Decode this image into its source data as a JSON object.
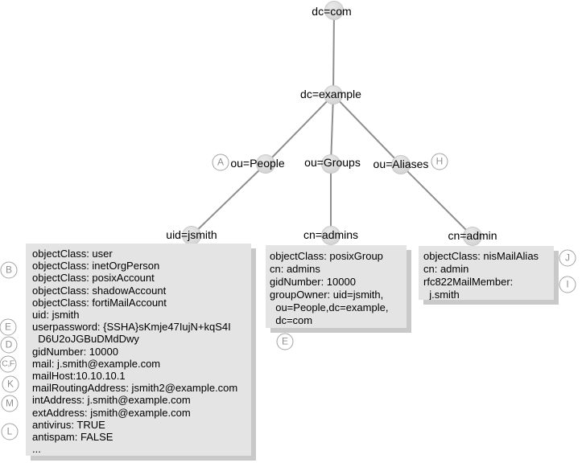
{
  "tree": {
    "nodes": [
      {
        "id": "dc-com",
        "label": "dc=com"
      },
      {
        "id": "dc-example",
        "label": "dc=example"
      },
      {
        "id": "ou-people",
        "label": "ou=People"
      },
      {
        "id": "ou-groups",
        "label": "ou=Groups"
      },
      {
        "id": "ou-aliases",
        "label": "ou=Aliases"
      },
      {
        "id": "uid-jsmith",
        "label": "uid=jsmith"
      },
      {
        "id": "cn-admins",
        "label": "cn=admins"
      },
      {
        "id": "cn-admin",
        "label": "cn=admin"
      }
    ]
  },
  "badges": [
    {
      "id": "badge-a",
      "letter": "A"
    },
    {
      "id": "badge-h",
      "letter": "H"
    },
    {
      "id": "badge-b",
      "letter": "B"
    },
    {
      "id": "badge-e1",
      "letter": "E"
    },
    {
      "id": "badge-d",
      "letter": "D"
    },
    {
      "id": "badge-cf",
      "letter": "C,F"
    },
    {
      "id": "badge-k",
      "letter": "K"
    },
    {
      "id": "badge-m",
      "letter": "M"
    },
    {
      "id": "badge-l",
      "letter": "L"
    },
    {
      "id": "badge-e2",
      "letter": "E"
    },
    {
      "id": "badge-j",
      "letter": "J"
    },
    {
      "id": "badge-i",
      "letter": "I"
    }
  ],
  "boxes": {
    "jsmith": {
      "lines": [
        "objectClass: user",
        "objectClass: inetOrgPerson",
        "objectClass: posixAccount",
        "objectClass: shadowAccount",
        "objectClass: fortiMailAccount",
        "uid: jsmith",
        "userpassword: {SSHA}sKmje47IujN+kqS4I",
        "  D6U2oJGBuDMdDwy",
        "gidNumber: 10000",
        "mail: j.smith@example.com",
        "mailHost:10.10.10.1",
        "mailRoutingAddress: jsmith2@example.com",
        "intAddress: j.smith@example.com",
        "extAddress: jsmith@example.com",
        "antivirus: TRUE",
        "antispam: FALSE",
        "..."
      ]
    },
    "admins": {
      "lines": [
        "objectClass: posixGroup",
        "cn: admins",
        "gidNumber: 10000",
        "groupOwner: uid=jsmith,",
        "  ou=People,dc=example,",
        "  dc=com"
      ]
    },
    "admin": {
      "lines": [
        "objectClass: nisMailAlias",
        "cn: admin",
        "rfc822MailMember:",
        "  j.smith"
      ]
    }
  },
  "colors": {
    "edge": "#8f8f8f",
    "node_fill": "#dbdbdb",
    "box_fill": "#e4e4e4",
    "box_shadow": "#c9c9c9",
    "badge_border": "#a3a3a3",
    "badge_text": "#8f8f8f"
  }
}
